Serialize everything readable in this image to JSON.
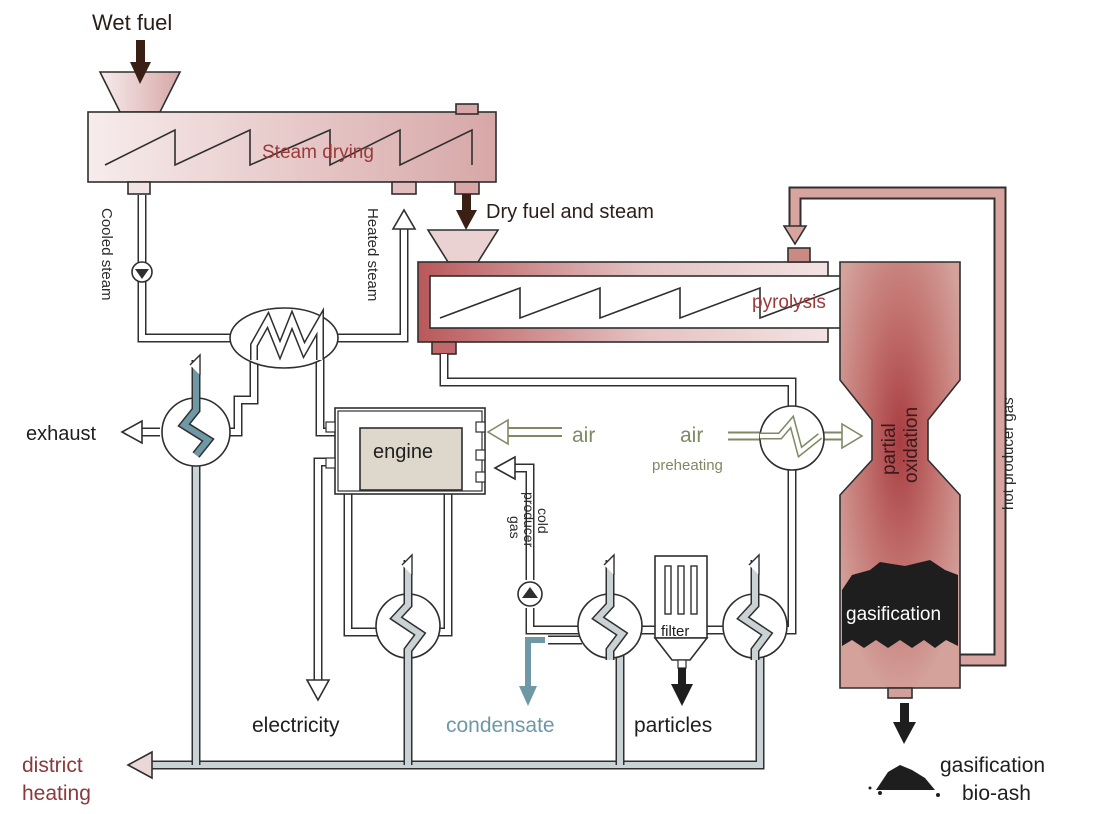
{
  "labels": {
    "wet_fuel": "Wet fuel",
    "steam_drying": "Steam drying",
    "dry_fuel_steam": "Dry fuel and steam",
    "cooled_steam": "Cooled steam",
    "heated_steam": "Heated steam",
    "pyrolysis": "pyrolysis",
    "partial_oxidation_1": "partial",
    "partial_oxidation_2": "oxidation",
    "hot_producer_gas": "hot producer gas",
    "exhaust": "exhaust",
    "engine": "engine",
    "air_engine": "air",
    "air_preheating_air": "air",
    "air_preheating": "preheating",
    "cold_producer_gas_1": "cold",
    "cold_producer_gas_2": "producer",
    "cold_producer_gas_3": "gas",
    "filter": "filter",
    "gasification": "gasification",
    "electricity": "electricity",
    "condensate": "condensate",
    "particles": "particles",
    "district_heating_1": "district",
    "district_heating_2": "heating",
    "bio_ash_1": "gasification",
    "bio_ash_2": "bio-ash"
  },
  "colors": {
    "dark_arrow": "#3a1f14",
    "process_red": "#9b3a3a",
    "air_green": "#7d8a63",
    "condensate_blue": "#6f98a6",
    "district_red": "#8a3a3a",
    "engine_fill": "#ddd8cb",
    "reactor_fill": "#c98a83",
    "reactor_core": "#a84a48"
  }
}
